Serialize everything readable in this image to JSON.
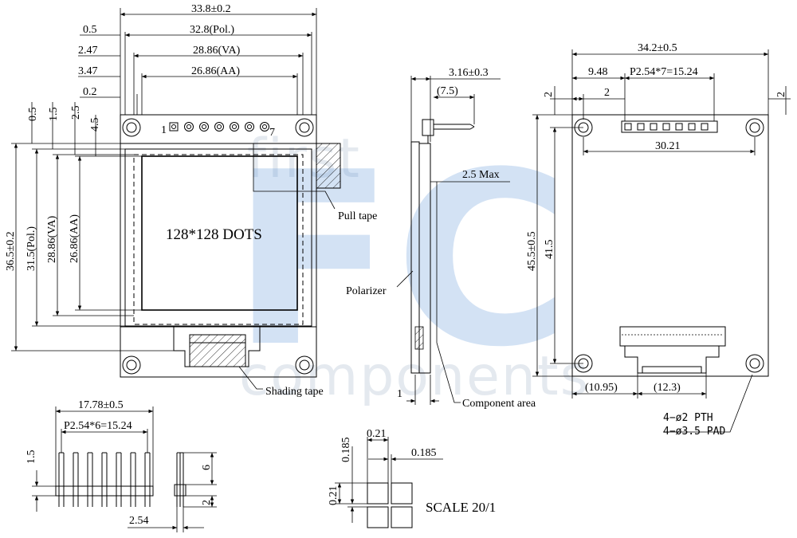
{
  "watermark": {
    "top_word": "first",
    "big_letters": "FC",
    "bottom_word": "components",
    "color": "#3d7fd0"
  },
  "front_view": {
    "dims_top": [
      "33.8±0.2",
      "32.8(Pol.)",
      "28.86(VA)",
      "26.86(AA)"
    ],
    "dims_left_top": [
      "0.5",
      "2.47",
      "3.47",
      "0.2"
    ],
    "dims_vertical_small": [
      "0.5",
      "1.5",
      "2.5",
      "4.5"
    ],
    "dims_left": [
      "36.5±0.2",
      "31.5(Pol.)",
      "28.86(VA)",
      "26.86(AA)"
    ],
    "pin_first": "1",
    "pin_last": "7",
    "dots_label": "128*128 DOTS",
    "pull_tape": "Pull tape",
    "shading_tape": "Shading tape"
  },
  "side_view": {
    "dim_thickness": "3.16±0.3",
    "dim_pin": "(7.5)",
    "dim_max": "2.5 Max",
    "polarizer": "Polarizer",
    "dim_one": "1",
    "component_area": "Component area"
  },
  "back_view": {
    "dim_width": "34.2±0.5",
    "dim_pin_offset": "9.48",
    "dim_pitch": "P2.54*7=15.24",
    "dim_two_left": "2",
    "dim_two_left_h": "2",
    "dim_two_right": "2",
    "dim_hole_span": "30.21",
    "dim_height": "45.5±0.5",
    "dim_hole_height": "41.5",
    "dim_fpc_offset": "(10.95)",
    "dim_fpc_width": "(12.3)",
    "hole_pth": "4−ø2 PTH",
    "hole_pad": "4−ø3.5 PAD"
  },
  "header_view": {
    "dim_width": "17.78±0.5",
    "dim_pitch": "P2.54*6=15.24",
    "dim_pin_top": "1.5",
    "dim_six": "6",
    "dim_two": "2",
    "dim_spacing": "2.54"
  },
  "scale_view": {
    "dim_a": "0.185",
    "dim_b": "0.21",
    "dim_c": "0.185",
    "dim_d": "0.21",
    "label": "SCALE 20/1"
  }
}
